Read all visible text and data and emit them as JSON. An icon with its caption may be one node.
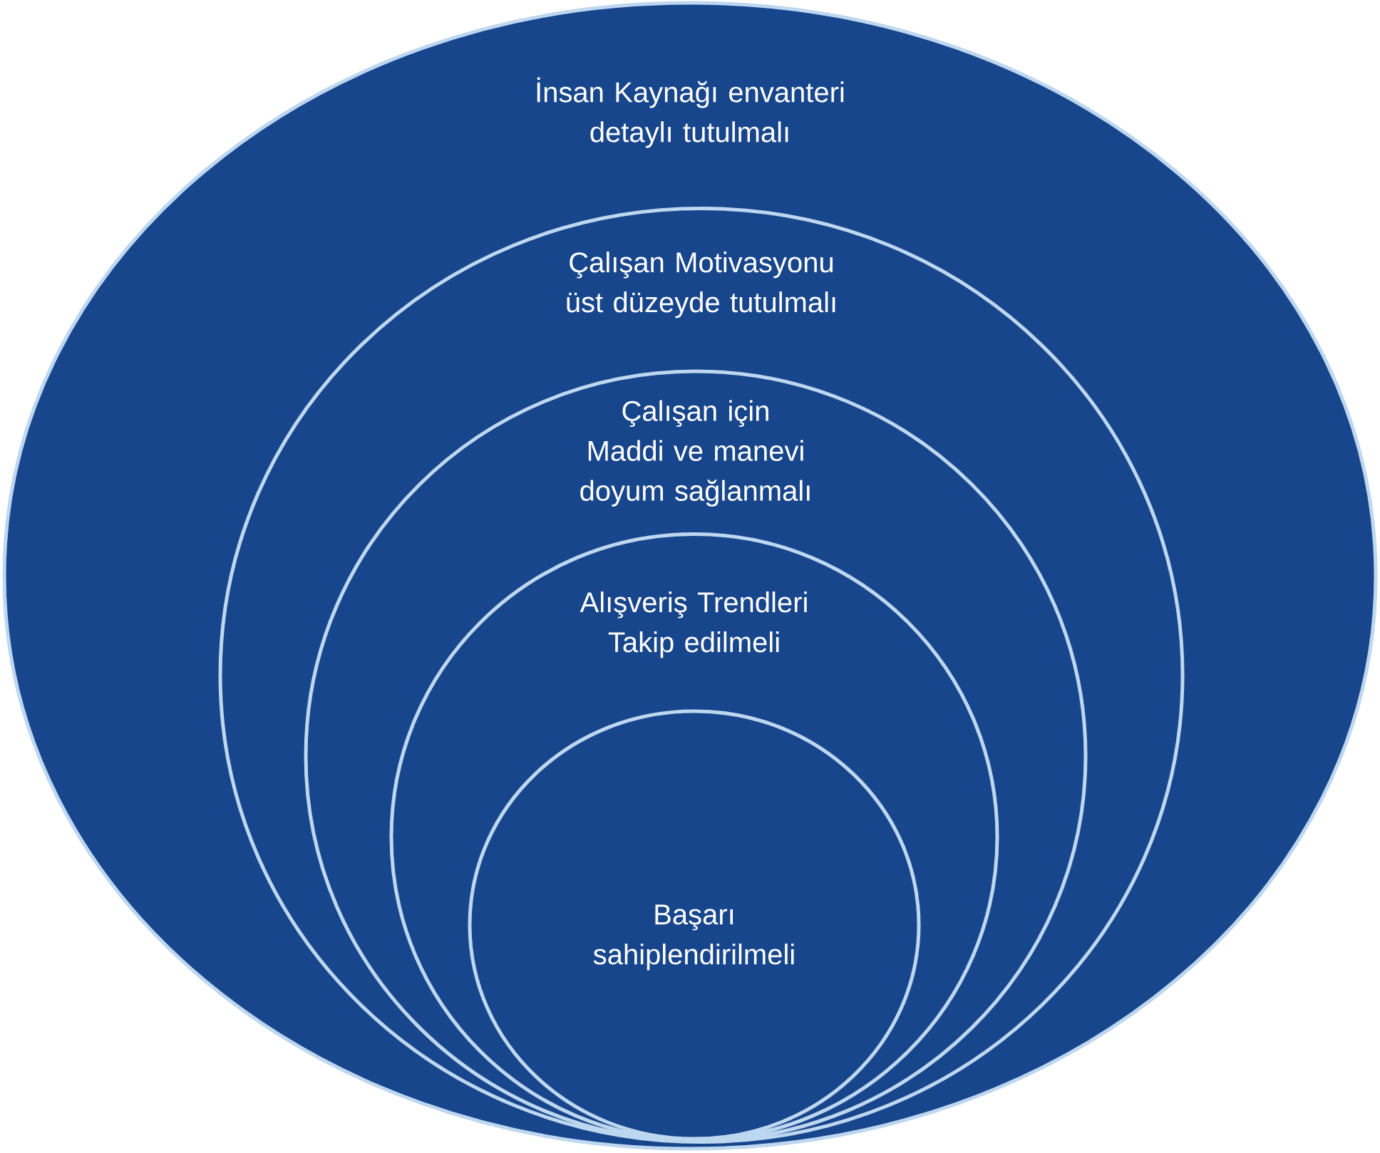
{
  "diagram": {
    "nodes": [
      {
        "text": [
          "İnsan Kaynağı envanteri detaylı tutulmalı"
        ]
      },
      {
        "text": [
          "Çalışan Motivasyonu üst düzeyde tutulmalı"
        ],
        "in": 0
      },
      {
        "text": [
          "Çalışan için Maddi ve manevi doyum sağlanmalı"
        ],
        "in": 1
      },
      {
        "text": [
          "Alışveriş Trendleri Takip edilmeli"
        ],
        "in": 2
      },
      {
        "text": [
          "Başarı sahiplendirilmeli"
        ],
        "in": 3
      }
    ]
  }
}
